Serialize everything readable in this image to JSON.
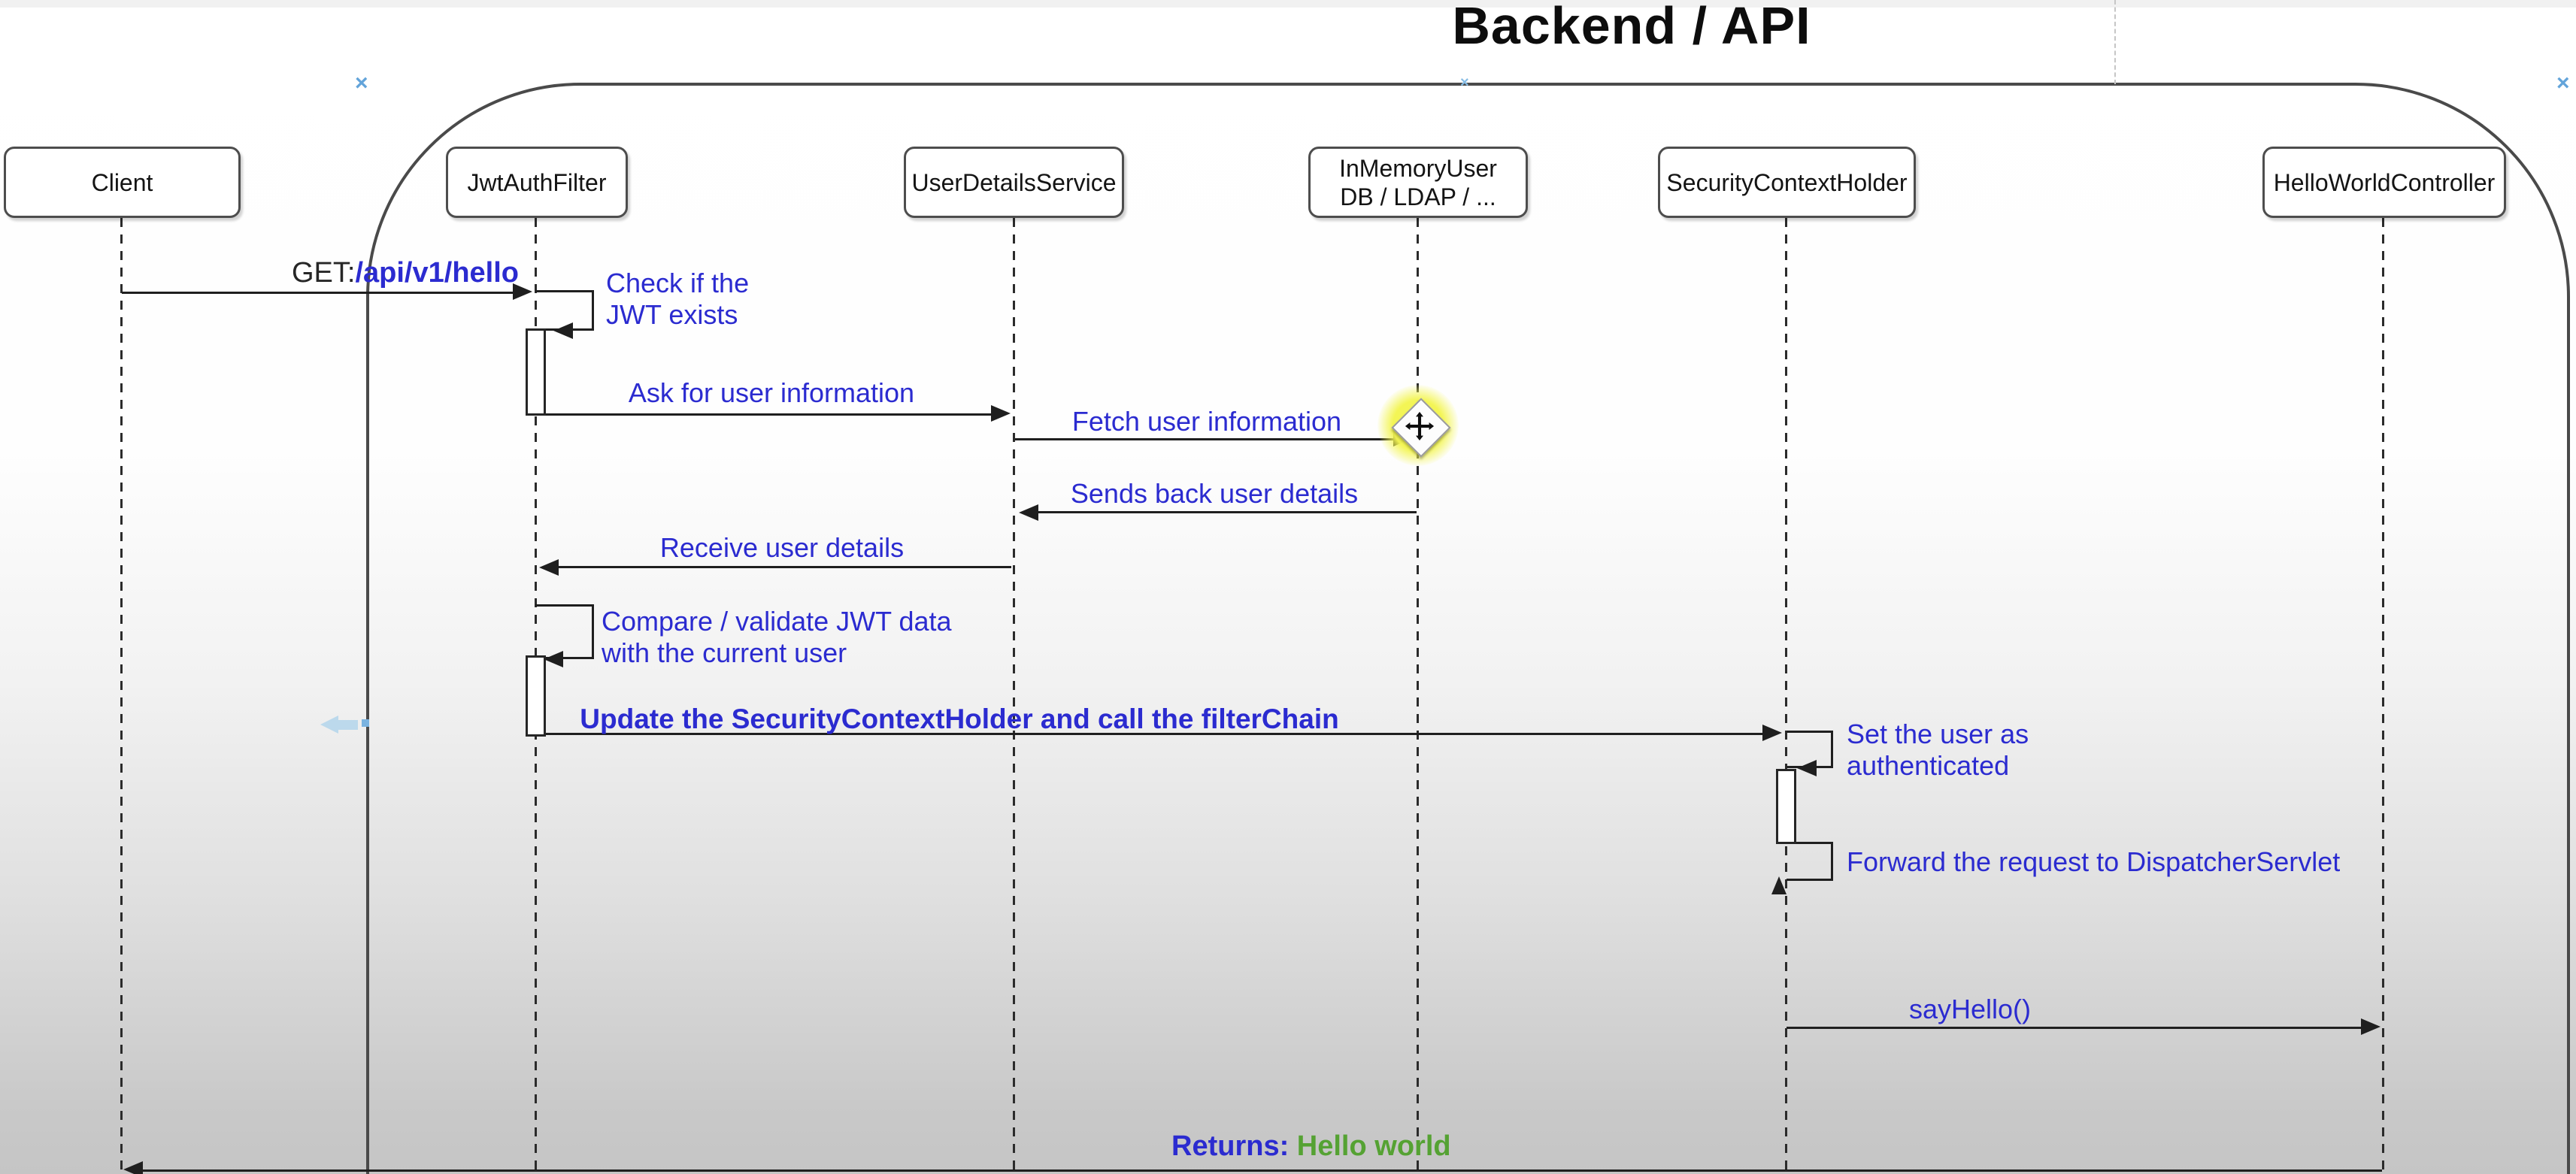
{
  "title": "Backend / API",
  "actors": [
    {
      "label": "Client"
    },
    {
      "label": "JwtAuthFilter"
    },
    {
      "label": "UserDetailsService"
    },
    {
      "label": "InMemoryUser",
      "label2": "DB / LDAP / ..."
    },
    {
      "label": "SecurityContextHolder"
    },
    {
      "label": "HelloWorldController"
    }
  ],
  "messages": {
    "get_prefix": "GET:",
    "get_path": "/api/v1/hello",
    "check_jwt_line1": "Check if the",
    "check_jwt_line2": "JWT exists",
    "ask_user_info": "Ask for user information",
    "fetch_user_info": "Fetch user information",
    "send_back_details": "Sends back user details",
    "receive_details": "Receive user details",
    "compare_line1": "Compare / validate JWT data",
    "compare_line2": "with the current user",
    "update_context": "Update the SecurityContextHolder and call the filterChain",
    "set_user_line1": "Set the user as",
    "set_user_line2": "authenticated",
    "forward_request": "Forward the request to DispatcherServlet",
    "say_hello": "sayHello()",
    "returns_label": "Returns:",
    "returns_value": "Hello world"
  },
  "colors": {
    "message_blue": "#2b2bd0",
    "returns_green": "#55a233",
    "highlight_yellow": "#f3f552",
    "line_dark": "#1f1f1f",
    "background_bottom_gray": "#c5c5c5"
  },
  "artifacts": {
    "handle_glyph": "×"
  },
  "cursor": {
    "name": "move-cursor"
  }
}
